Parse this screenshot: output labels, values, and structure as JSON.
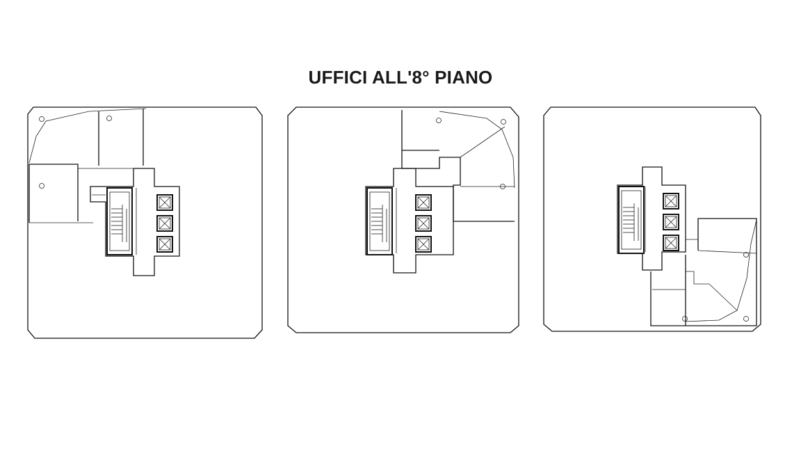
{
  "title": "UFFICI ALL'8° PIANO",
  "plans": [
    {
      "name": "plan-left"
    },
    {
      "name": "plan-center"
    },
    {
      "name": "plan-right"
    }
  ],
  "colors": {
    "line": "#111111",
    "background": "#ffffff"
  }
}
